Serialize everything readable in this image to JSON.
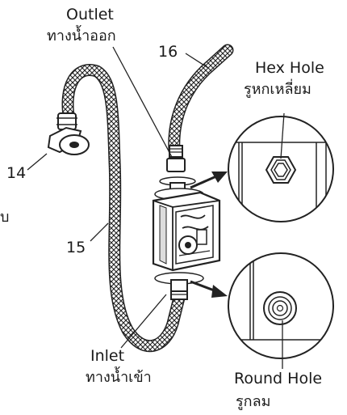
{
  "labels": {
    "outlet": "Outlet",
    "outlet_thai": "ทางน้ำออก",
    "part_16": "16",
    "hex_hole": "Hex Hole",
    "hex_hole_thai": "รูหกเหลี่ยม",
    "part_14": "14",
    "part_15": "15",
    "inlet": "Inlet",
    "inlet_thai": "ทางน้ำเข้า",
    "round_hole": "Round Hole",
    "round_hole_thai": "รูกลม",
    "cut_off_text": "บ"
  }
}
